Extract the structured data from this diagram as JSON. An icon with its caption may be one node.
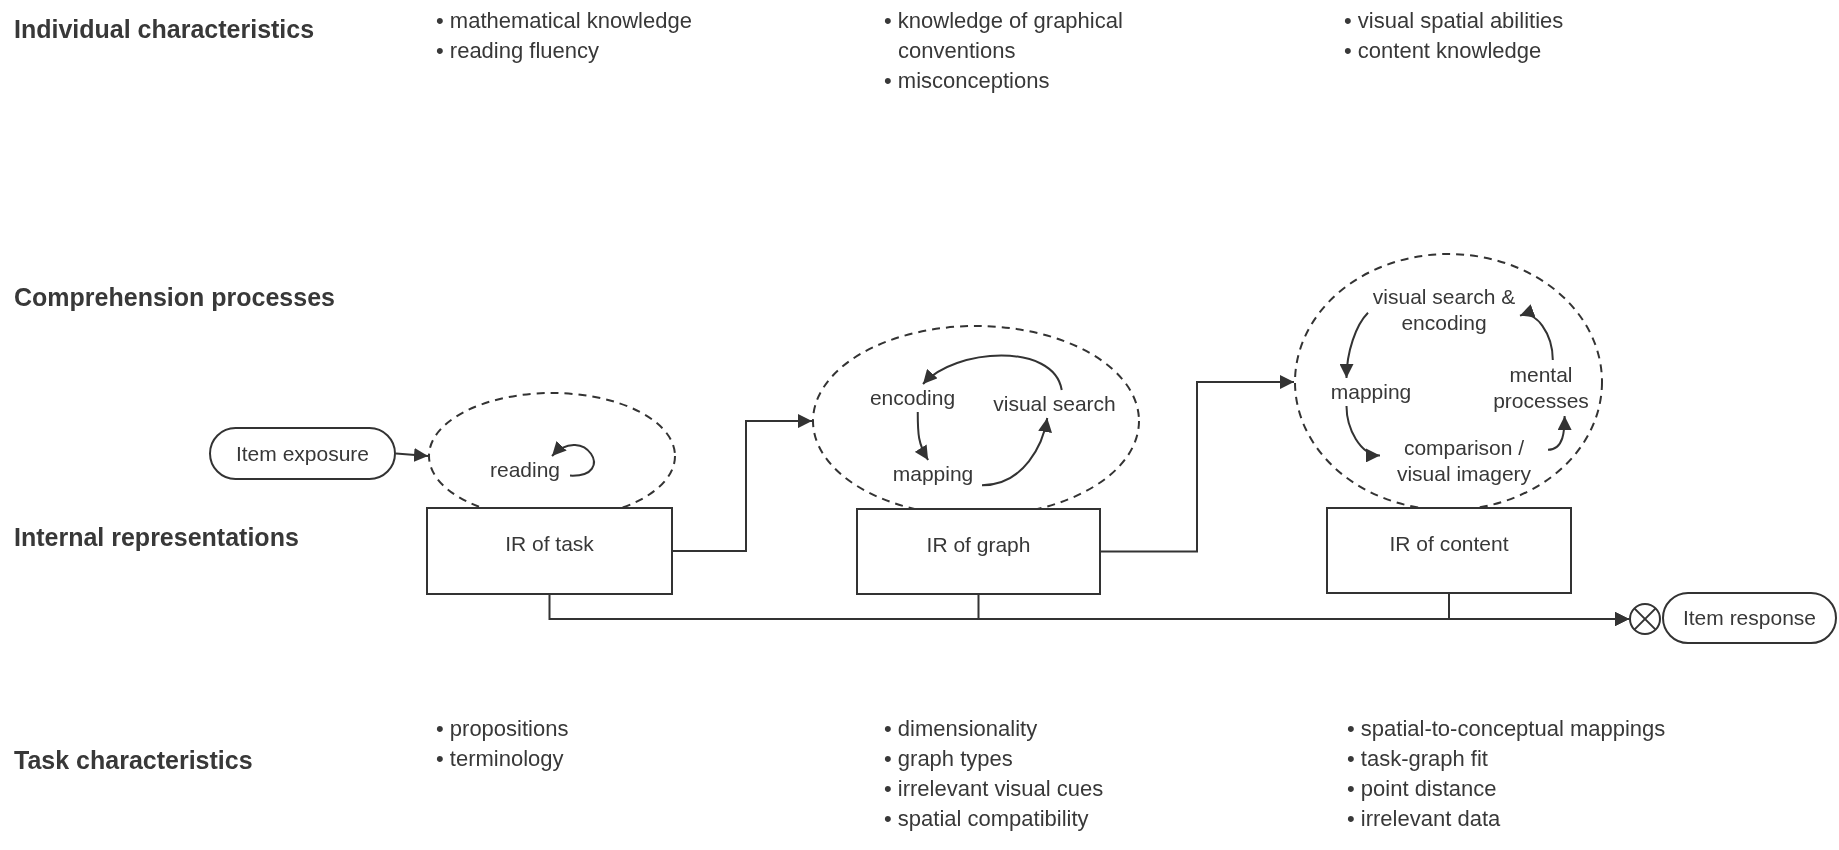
{
  "diagram": {
    "nodes": [
      {
        "text": [
          "Item exposure"
        ]
      },
      {
        "text": [],
        "shape": "ellipse"
      },
      {
        "text": [
          "reading"
        ],
        "in": 1
      },
      {
        "text": [
          "IR of task"
        ]
      },
      {
        "text": [],
        "shape": "ellipse"
      },
      {
        "text": [
          "encoding"
        ],
        "in": 4
      },
      {
        "text": [
          "visual search"
        ],
        "in": 4
      },
      {
        "text": [
          "mapping"
        ],
        "in": 4
      },
      {
        "text": [
          "IR of graph"
        ]
      },
      {
        "text": [],
        "shape": "ellipse"
      },
      {
        "text": [
          "visual search & encoding"
        ],
        "in": 9
      },
      {
        "text": [
          "mapping"
        ],
        "in": 9
      },
      {
        "text": [
          "mental processes"
        ],
        "in": 9
      },
      {
        "text": [
          "comparison / visual imagery"
        ],
        "in": 9
      },
      {
        "text": [
          "IR of content"
        ]
      },
      {
        "text": [],
        "shape": "circle"
      },
      {
        "text": [
          "Item response"
        ]
      }
    ],
    "edges": [
      {
        "from": 0,
        "to": 1,
        "arrow": "to"
      },
      {
        "from": 2,
        "to": 2,
        "arrow": "to"
      },
      {
        "from": 3,
        "to": 4,
        "arrow": "to"
      },
      {
        "from": 6,
        "to": 5,
        "arrow": "to"
      },
      {
        "from": 5,
        "to": 7,
        "arrow": "to"
      },
      {
        "from": 7,
        "to": 6,
        "arrow": "to"
      },
      {
        "from": 8,
        "to": 9,
        "arrow": "to"
      },
      {
        "from": 10,
        "to": 11,
        "arrow": "to"
      },
      {
        "from": 11,
        "to": 13,
        "arrow": "to"
      },
      {
        "from": 13,
        "to": 12,
        "arrow": "to"
      },
      {
        "from": 12,
        "to": 10,
        "arrow": "to"
      },
      {
        "from": 3,
        "to": 15,
        "arrow": "to"
      },
      {
        "from": 8,
        "to": 15,
        "arrow": "to"
      },
      {
        "from": 14,
        "to": 15,
        "arrow": "to"
      }
    ],
    "labels": [
      "Individual characteristics",
      "• mathematical knowledge",
      "• reading fluency",
      "• knowledge of graphical conventions",
      "• misconceptions",
      "• visual spatial abilities",
      "• content knowledge",
      "Comprehension processes",
      "Internal representations",
      "Task characteristics",
      "• propositions",
      "• terminology",
      "• dimensionality",
      "• graph types",
      "• irrelevant visual cues",
      "• spatial compatibility",
      "• spatial-to-conceptual mappings",
      "• task-graph fit",
      "• point distance",
      "• irrelevant data"
    ]
  }
}
